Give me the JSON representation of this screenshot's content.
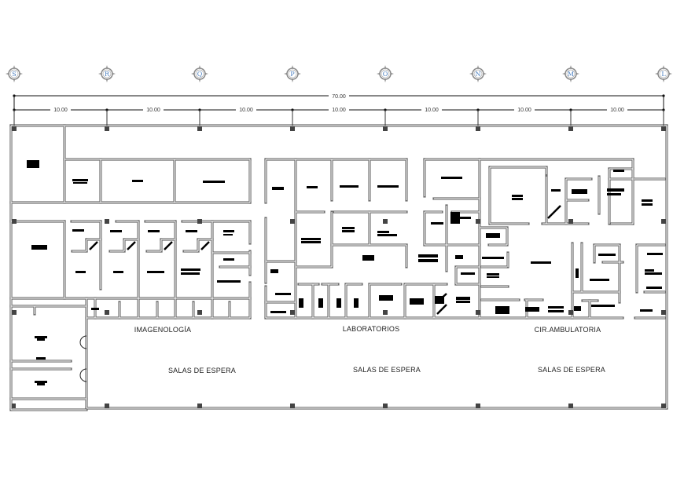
{
  "grid_axes": [
    "S",
    "R",
    "Q",
    "P",
    "O",
    "N",
    "M",
    "L"
  ],
  "dimensions": {
    "overall": "70.00",
    "bays": [
      "10.00",
      "10.00",
      "10.00",
      "10.00",
      "10.00",
      "10.00",
      "10.00"
    ]
  },
  "zones": {
    "imaging": "IMAGENOLOGÍA",
    "labs": "LABORATORIOS",
    "surgery": "CIR.AMBULATORIA"
  },
  "waiting_rooms": [
    "SALAS DE ESPERA",
    "SALAS DE ESPERA",
    "SALAS DE ESPERA"
  ],
  "colors": {
    "wall": "#6e6e6e",
    "furniture": "#000000",
    "grid_label": "#4a7fc0",
    "line": "#111111"
  }
}
